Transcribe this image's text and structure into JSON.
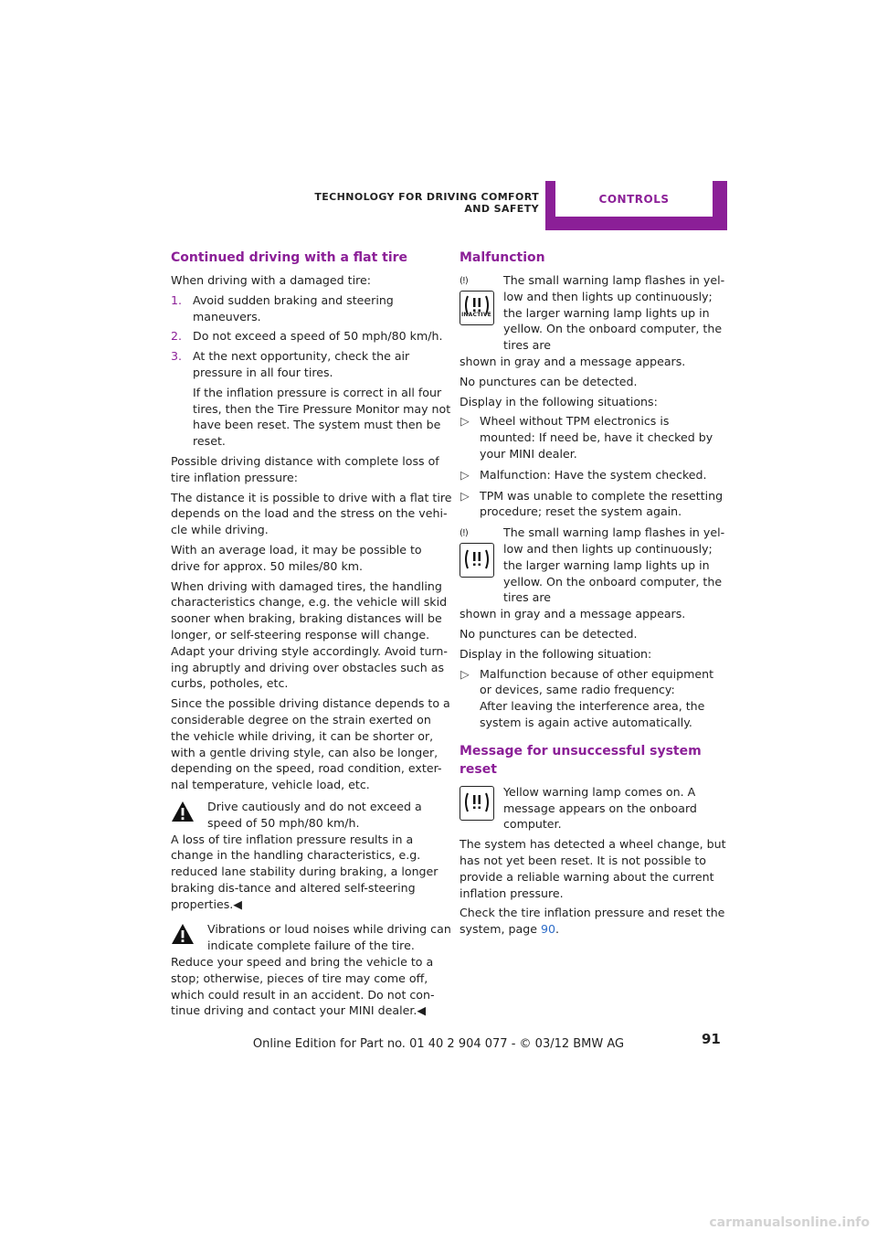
{
  "header": {
    "section_title": "Technology for driving comfort and safety",
    "tab_label": "CONTROLS",
    "accent_color": "#8b1f97"
  },
  "left": {
    "heading": "Continued driving with a flat tire",
    "intro": "When driving with a damaged tire:",
    "steps": [
      {
        "num": "1.",
        "text": "Avoid sudden braking and steering maneuvers."
      },
      {
        "num": "2.",
        "text": "Do not exceed a speed of 50 mph/80 km/h."
      },
      {
        "num": "3.",
        "text": "At the next opportunity, check the air pressure in all four tires.",
        "sub": "If the inflation pressure is correct in all four tires, then the Tire Pressure Monitor may not have been reset. The system must then be reset."
      }
    ],
    "p1": "Possible driving distance with complete loss of tire inflation pressure:",
    "p2": "The distance it is possible to drive with a flat tire depends on the load and the stress on the vehi-cle while driving.",
    "p3": "With an average load, it may be possible to drive for approx. 50 miles/80 km.",
    "p4": "When driving with damaged tires, the handling characteristics change, e.g. the vehicle will skid sooner when braking, braking distances will be longer, or self-steering response will change. Adapt your driving style accordingly. Avoid turn-ing abruptly and driving over obstacles such as curbs, potholes, etc.",
    "p5": "Since the possible driving distance depends to a considerable degree on the strain exerted on the vehicle while driving, it can be shorter or, with a gentle driving style, can also be longer, depending on the speed, road condition, exter-nal temperature, vehicle load, etc.",
    "warn1_lead": "Drive cautiously and do not exceed a speed of 50 mph/80 km/h.",
    "warn1_rest": "A loss of tire inflation pressure results in a change in the handling characteristics, e.g. reduced lane stability during braking, a longer braking dis-tance and altered self-steering properties.",
    "warn2_lead": "Vibrations or loud noises while driving can indicate complete failure of the tire.",
    "warn2_rest": "Reduce your speed and bring the vehicle to a stop; otherwise, pieces of tire may come off, which could result in an accident. Do not con-tinue driving and contact your MINI dealer.",
    "end_mark": "◀"
  },
  "right": {
    "heading1": "Malfunction",
    "lamp_small": "(!)",
    "inactive_label": "INACTIVE",
    "lamp1_text": "The small warning lamp flashes in yel-low and then lights up continuously; the larger warning lamp lights up in yellow. On the onboard computer, the tires are",
    "lamp1_cont": "shown in gray and a message appears.",
    "p1": "No punctures can be detected.",
    "p2": "Display in the following situations:",
    "bullets1": [
      "Wheel without TPM electronics is mounted: If need be, have it checked by your MINI dealer.",
      "Malfunction: Have the system checked.",
      "TPM was unable to complete the resetting procedure; reset the system again."
    ],
    "bullet_mark": "▷",
    "lamp2_text": "The small warning lamp flashes in yel-low and then lights up continuously; the larger warning lamp lights up in yellow. On the onboard computer, the tires are",
    "lamp2_cont": "shown in gray and a message appears.",
    "p3": "No punctures can be detected.",
    "p4": "Display in the following situation:",
    "bullet2_a": "Malfunction because of other equipment or devices, same radio frequency:",
    "bullet2_b": "After leaving the interference area, the system is again active automatically.",
    "heading2": "Message for unsuccessful system reset",
    "lamp3_text": "Yellow warning lamp comes on. A message appears on the onboard computer.",
    "p5": "The system has detected a wheel change, but has not yet been reset. It is not possible to provide a reliable warning about the current inflation pressure.",
    "p6_pre": "Check the tire inflation pressure and reset the system, page ",
    "p6_link": "90",
    "p6_post": "."
  },
  "footer": {
    "page_number": "91",
    "edition": "Online Edition for Part no. 01 40 2 904 077 - © 03/12 BMW AG",
    "watermark": "carmanualsonline.info"
  }
}
